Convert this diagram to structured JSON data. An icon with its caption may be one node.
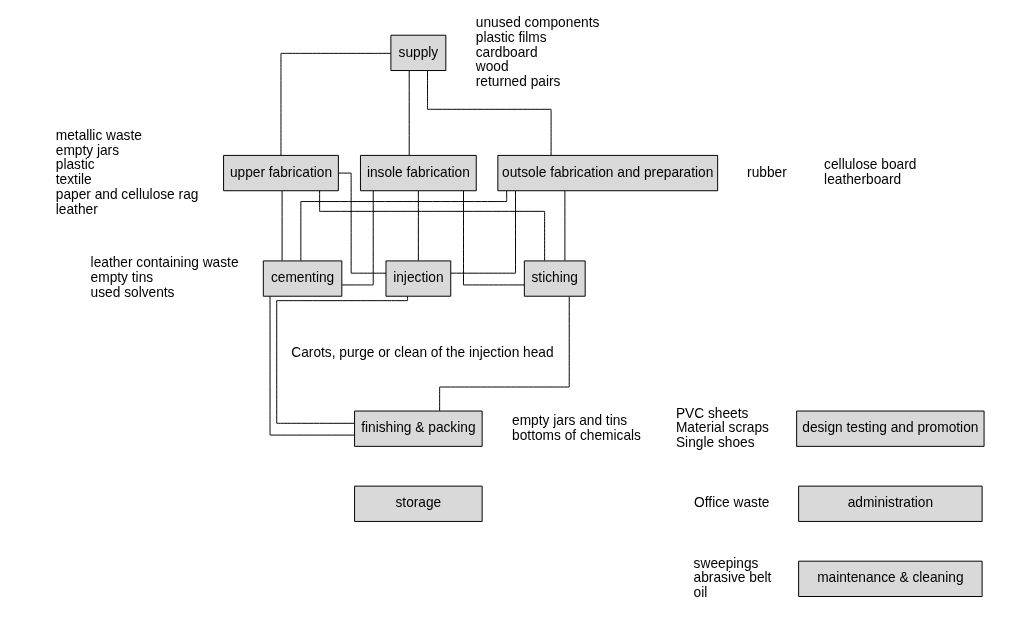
{
  "diagram": {
    "nodes": [
      {
        "text": [
          "supply"
        ],
        "beside": [
          "unused components",
          "plastic films",
          "cardboard",
          "wood",
          "returned pairs"
        ]
      },
      {
        "text": [
          "upper fabrication"
        ],
        "beside": [
          "metallic waste",
          "empty jars",
          "plastic",
          "textile",
          "paper and cellulose rag",
          "leather"
        ]
      },
      {
        "text": [
          "insole fabrication"
        ],
        "beside": [
          "cellulose board",
          "leatherboard"
        ]
      },
      {
        "text": [
          "outsole fabrication and preparation"
        ],
        "beside": [
          "rubber"
        ]
      },
      {
        "text": [
          "cementing"
        ],
        "beside": [
          "leather containing waste",
          "empty tins",
          "used solvents"
        ]
      },
      {
        "text": [
          "injection"
        ],
        "beside": [
          "Carots, purge or clean of the injection head"
        ]
      },
      {
        "text": [
          "stiching"
        ]
      },
      {
        "text": [
          "design testing and promotion"
        ],
        "beside": [
          "PVC sheets",
          "Material scraps",
          "Single shoes"
        ]
      },
      {
        "text": [
          "finishing & packing"
        ],
        "beside": [
          "empty jars and tins",
          "bottoms of chemicals"
        ]
      },
      {
        "text": [
          "administration"
        ],
        "beside": [
          "Office waste"
        ]
      },
      {
        "text": [
          "storage"
        ]
      },
      {
        "text": [
          "maintenance & cleaning"
        ],
        "beside": [
          "sweepings",
          "abrasive belt",
          "oil"
        ]
      }
    ],
    "edges": [
      {
        "from": 0,
        "to": 1,
        "arrow": "none"
      },
      {
        "from": 0,
        "to": 2,
        "arrow": "none"
      },
      {
        "from": 0,
        "to": 3,
        "arrow": "none"
      },
      {
        "from": 1,
        "to": 4,
        "arrow": "none"
      },
      {
        "from": 1,
        "to": 5,
        "arrow": "none"
      },
      {
        "from": 1,
        "to": 6,
        "arrow": "none"
      },
      {
        "from": 2,
        "to": 4,
        "arrow": "none"
      },
      {
        "from": 2,
        "to": 5,
        "arrow": "none"
      },
      {
        "from": 2,
        "to": 6,
        "arrow": "none"
      },
      {
        "from": 3,
        "to": 4,
        "arrow": "none"
      },
      {
        "from": 3,
        "to": 5,
        "arrow": "none"
      },
      {
        "from": 3,
        "to": 6,
        "arrow": "none"
      },
      {
        "from": 4,
        "to": 8,
        "arrow": "none"
      },
      {
        "from": 5,
        "to": 8,
        "arrow": "none"
      },
      {
        "from": 6,
        "to": 8,
        "arrow": "none"
      }
    ]
  }
}
